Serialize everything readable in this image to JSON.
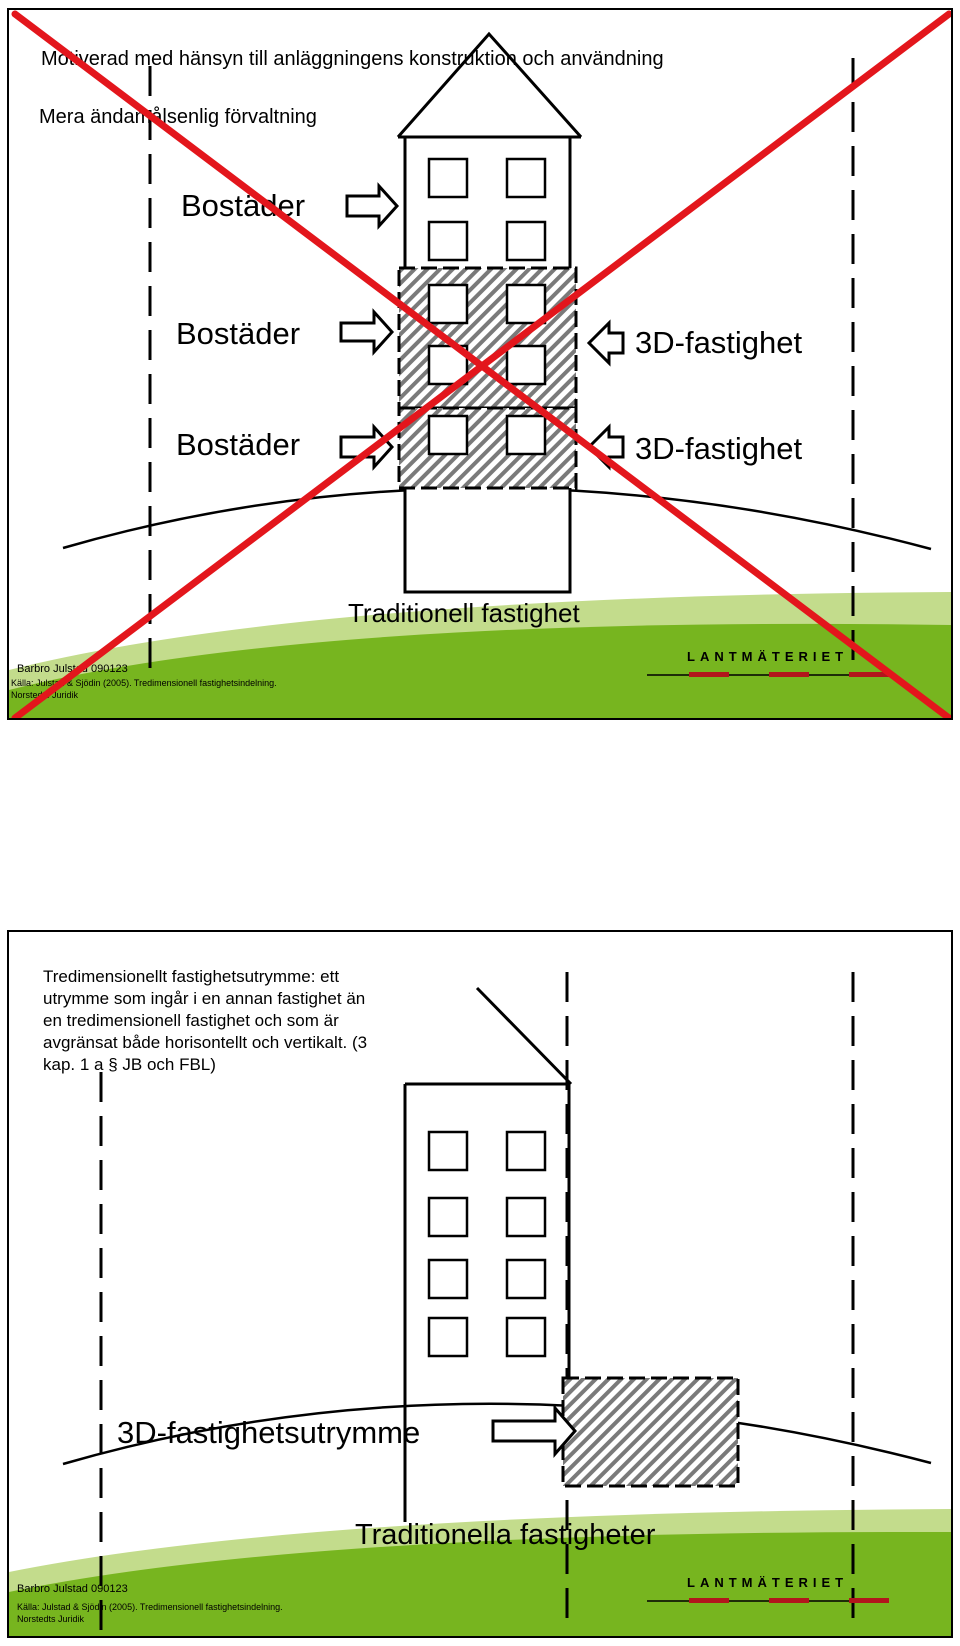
{
  "slide1": {
    "line1": "Motiverad med hänsyn till anläggningens konstruktion och användning",
    "line2": "Mera ändamålsenlig förvaltning",
    "label_bostader_top": "Bostäder",
    "label_bostader_mid": "Bostäder",
    "label_bostader_low": "Bostäder",
    "label_3d_upper": "3D-fastighet",
    "label_3d_lower": "3D-fastighet",
    "label_traditionell": "Traditionell fastighet",
    "footer_author": "Barbro Julstad 090123",
    "footer_source_1": "Källa: Julstad & Sjödin (2005). Tredimensionell fastighetsindelning.",
    "footer_source_2": "Norstedts Juridik",
    "logo": "LANTMÄTERIET",
    "cross_color": "#e3161c"
  },
  "slide2": {
    "definition_lines": [
      "Tredimensionellt fastighetsutrymme: ett",
      "utrymme som ingår i en annan fastighet än",
      "en tredimensionell fastighet och som är",
      "avgränsat både horisontellt och vertikalt. (3",
      "kap. 1 a § JB och FBL)"
    ],
    "label_3d_utrymme": "3D-fastighetsutrymme",
    "label_traditionella": "Traditionella fastigheter",
    "footer_author": "Barbro Julstad 090123",
    "footer_source_1": "Källa: Julstad & Sjödin (2005). Tredimensionell fastighetsindelning.",
    "footer_source_2": "Norstedts Juridik",
    "logo": "LANTMÄTERIET"
  },
  "colors": {
    "grass_dark": "#77b51f",
    "grass_light": "#c3dc8c",
    "logo_red": "#b2161c"
  }
}
